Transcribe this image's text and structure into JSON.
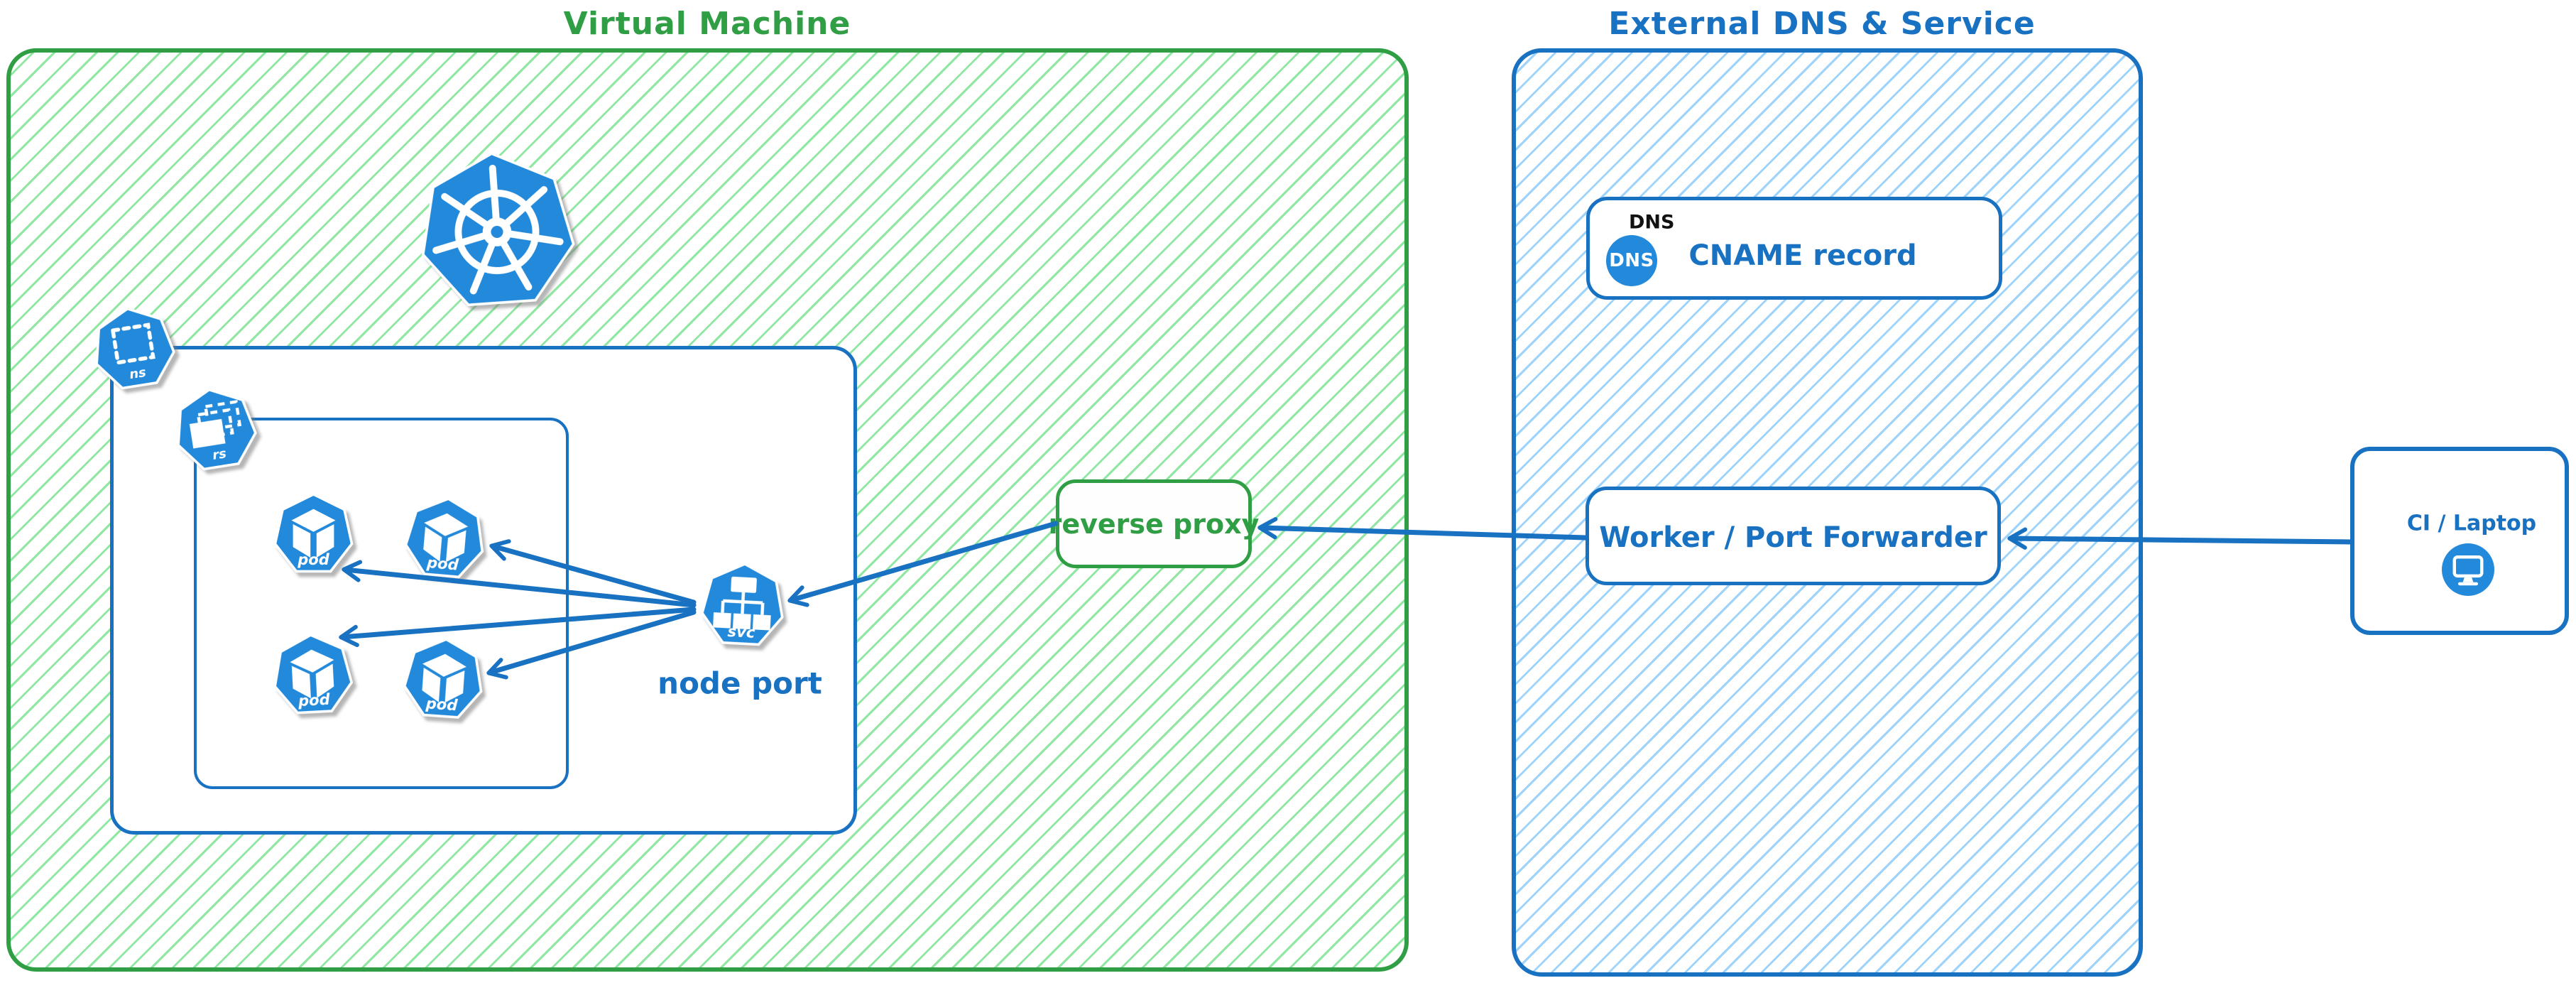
{
  "colors": {
    "green_stroke": "#2f9e44",
    "green_hatch": "#7de391",
    "blue_stroke": "#1971c2",
    "blue_hatch": "#8dcbfa",
    "icon_blue": "#2389da",
    "card_bg": "#ffffff",
    "dns_tag_black": "#111111"
  },
  "vm_region": {
    "title": "Virtual Machine",
    "namespace": {
      "icon_label": "ns"
    },
    "replicaset": {
      "icon_label": "rs"
    },
    "pods": [
      {
        "label": "pod"
      },
      {
        "label": "pod"
      },
      {
        "label": "pod"
      },
      {
        "label": "pod"
      }
    ],
    "service": {
      "icon_label": "svc",
      "caption": "node port"
    }
  },
  "reverse_proxy": {
    "label": "reverse proxy"
  },
  "external_region": {
    "title": "External DNS & Service",
    "dns_card": {
      "tag": "DNS",
      "circle_text": "DNS",
      "label": "CNAME record"
    },
    "worker_card": {
      "label": "Worker / Port Forwarder"
    }
  },
  "client_card": {
    "label": "CI / Laptop"
  },
  "connections": [
    {
      "from": "ci-laptop",
      "to": "worker-port-forwarder"
    },
    {
      "from": "worker-port-forwarder",
      "to": "reverse-proxy"
    },
    {
      "from": "reverse-proxy",
      "to": "node-port-service"
    },
    {
      "from": "node-port-service",
      "to": "pod-1"
    },
    {
      "from": "node-port-service",
      "to": "pod-2"
    },
    {
      "from": "node-port-service",
      "to": "pod-3"
    },
    {
      "from": "node-port-service",
      "to": "pod-4"
    }
  ]
}
